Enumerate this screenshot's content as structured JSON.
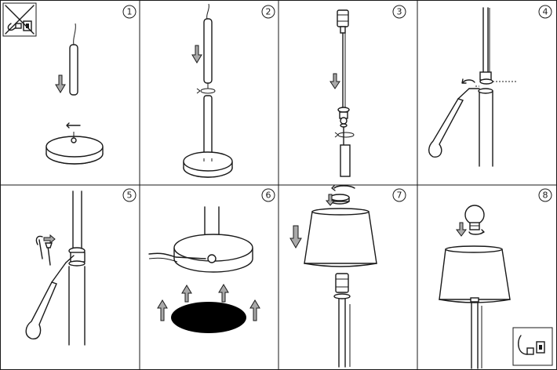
{
  "steps": [
    {
      "number": "1"
    },
    {
      "number": "2"
    },
    {
      "number": "3"
    },
    {
      "number": "4"
    },
    {
      "number": "5"
    },
    {
      "number": "6"
    },
    {
      "number": "7"
    },
    {
      "number": "8"
    }
  ],
  "icons": {
    "unplugged": "power-unplugged-warning-icon",
    "plugged": "power-plug-in-icon"
  },
  "colors": {
    "line": "#1a1a1a",
    "arrow_fill": "#a9a9a9",
    "background": "#ffffff",
    "pad": "#000000"
  }
}
